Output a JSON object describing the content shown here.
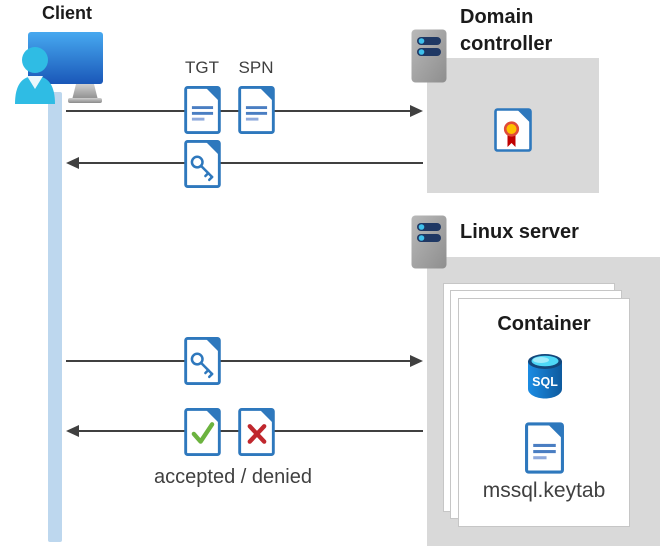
{
  "client": {
    "label": "Client"
  },
  "messages": {
    "tgt_label": "TGT",
    "spn_label": "SPN",
    "result_label": "accepted / denied"
  },
  "domain_controller": {
    "title": "Domain controller"
  },
  "linux_server": {
    "title": "Linux server"
  },
  "container": {
    "title": "Container",
    "sql_badge": "SQL",
    "keytab_label": "mssql.keytab"
  },
  "icons": {
    "client": "monitor-user-icon",
    "server": "server-tower-icon",
    "tgt": "document-icon",
    "spn": "document-icon",
    "ticket": "key-document-icon",
    "certificate": "certificate-ribbon-icon",
    "database": "sql-database-icon",
    "keytab": "document-icon",
    "accepted": "check-document-icon",
    "denied": "x-document-icon"
  },
  "colors": {
    "doc_border_blue": "#2E78BD",
    "doc_line_blue": "#4A7EC2",
    "doc_line_light": "#8FAADC",
    "check_green": "#6CB33F",
    "deny_red": "#C0272D",
    "ribbon_yellow": "#FFC000",
    "ribbon_red": "#C00000",
    "box_gray": "#D9D9D9",
    "arrow_gray": "#404040",
    "lifeline_blue": "#BDD7EE",
    "server_pill_navy": "#1F3864",
    "server_dot_cyan": "#3FC1EC",
    "monitor_blue": "#2F7FD6",
    "person_cyan": "#2FBCE4",
    "sql_body_blue": "#0E5A9E",
    "sql_top_cyan": "#4FD8F7",
    "text_dark": "#1b1b1b",
    "text_gray": "#404040"
  }
}
